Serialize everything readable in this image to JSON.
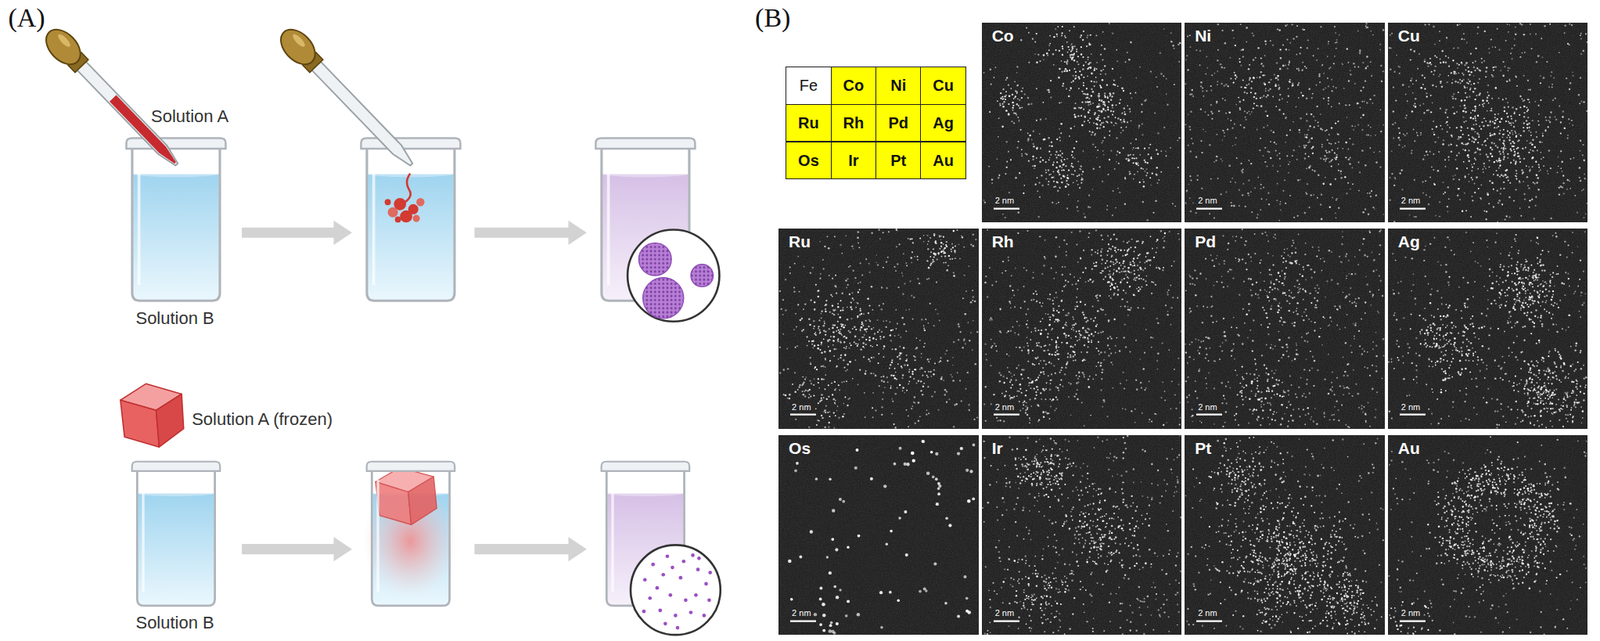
{
  "diagram": {
    "nodes": [
      {
        "text": [
          "Fe"
        ]
      },
      {
        "text": [
          "Co"
        ]
      },
      {
        "text": [
          "Ni"
        ]
      },
      {
        "text": [
          "Cu"
        ]
      },
      {
        "text": [
          "Ru"
        ]
      },
      {
        "text": [
          "Rh"
        ]
      },
      {
        "text": [
          "Pd"
        ]
      },
      {
        "text": [
          "Ag"
        ]
      },
      {
        "text": [
          "Os"
        ]
      },
      {
        "text": [
          "Ir"
        ]
      },
      {
        "text": [
          "Pt"
        ]
      },
      {
        "text": [
          "Au"
        ]
      },
      {
        "text": [
          "Co",
          "2 nm"
        ]
      },
      {
        "text": [
          "Ni",
          "2 nm"
        ]
      },
      {
        "text": [
          "Cu",
          "2 nm"
        ]
      },
      {
        "text": [
          "Ru",
          "2 nm"
        ]
      },
      {
        "text": [
          "Rh",
          "2 nm"
        ]
      },
      {
        "text": [
          "Pd",
          "2 nm"
        ]
      },
      {
        "text": [
          "Ag",
          "2 nm"
        ]
      },
      {
        "text": [
          "Os",
          "2 nm"
        ]
      },
      {
        "text": [
          "Ir",
          "2 nm"
        ]
      },
      {
        "text": [
          "Pt",
          "2 nm"
        ]
      },
      {
        "text": [
          "Au",
          "2 nm"
        ]
      }
    ],
    "labels": [
      "(A)",
      "Solution A",
      "Solution B",
      "Solution A (frozen)",
      "Solution B",
      "(B)"
    ]
  }
}
